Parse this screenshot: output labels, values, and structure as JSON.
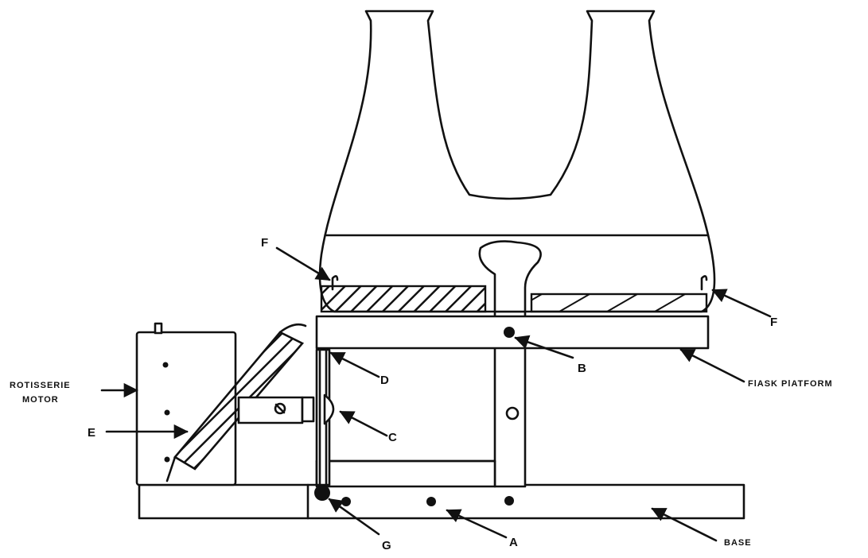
{
  "labels": {
    "flask_clip": "F",
    "platform_bolt": "B",
    "flask_platform": "FlASK PlATFORM",
    "coupling": "C",
    "pivot": "D",
    "drive_arm": "E",
    "motor_line1": "ROTISSERIE",
    "motor_line2": "MOTOR",
    "base_pivot": "G",
    "base_bolt": "A",
    "base": "BASE"
  },
  "colors": {
    "ink": "#111111",
    "paper": "#ffffff"
  }
}
